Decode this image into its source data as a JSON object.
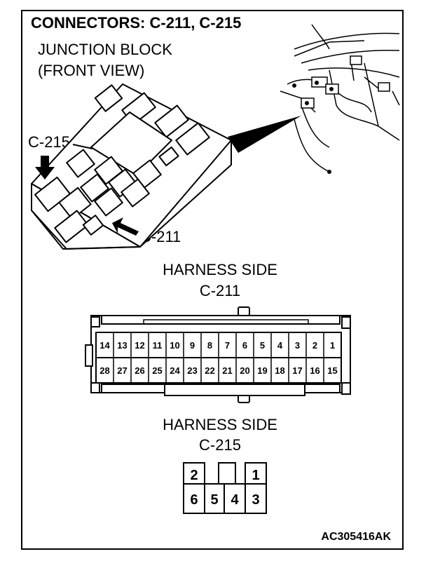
{
  "title": "CONNECTORS: C-211, C-215",
  "junction_block": {
    "line1": "JUNCTION BLOCK",
    "line2": "(FRONT VIEW)"
  },
  "callouts": {
    "c215": "C-215",
    "c211": "C-211"
  },
  "harness_c211": {
    "heading": "HARNESS SIDE",
    "name": "C-211",
    "top_row": [
      "14",
      "13",
      "12",
      "11",
      "10",
      "9",
      "8",
      "7",
      "6",
      "5",
      "4",
      "3",
      "2",
      "1"
    ],
    "bottom_row": [
      "28",
      "27",
      "26",
      "25",
      "24",
      "23",
      "22",
      "21",
      "20",
      "19",
      "18",
      "17",
      "16",
      "15"
    ]
  },
  "harness_c215": {
    "heading": "HARNESS SIDE",
    "name": "C-215",
    "top_row": [
      "2",
      "",
      "1"
    ],
    "bottom_row": [
      "6",
      "5",
      "4",
      "3"
    ]
  },
  "figure_code": "AC305416AK"
}
